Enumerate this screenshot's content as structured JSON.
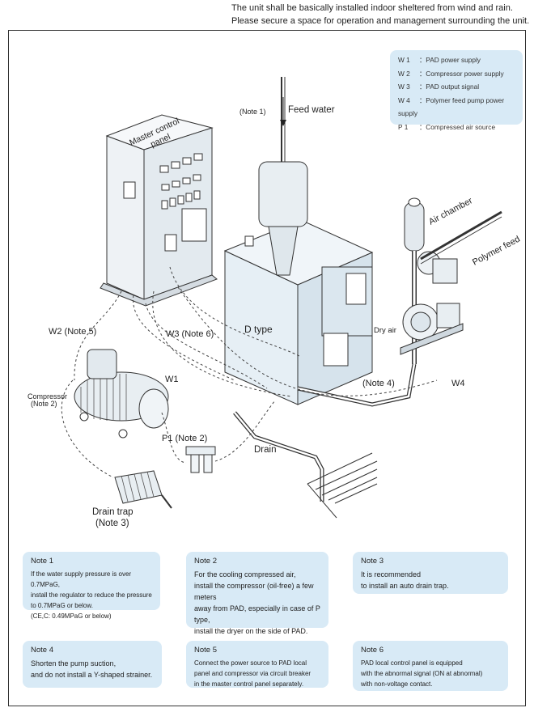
{
  "header": {
    "line1": "The unit shall be basically installed indoor sheltered from wind and rain.",
    "line2": "Please secure a space for operation and management surrounding the unit."
  },
  "legend": {
    "items": [
      {
        "code": "W 1",
        "text": "：PAD power supply"
      },
      {
        "code": "W 2",
        "text": "：Compressor power supply"
      },
      {
        "code": "W 3",
        "text": "：PAD output signal"
      },
      {
        "code": "W 4",
        "text": "：Polymer feed pump power supply"
      },
      {
        "code": "P 1",
        "text": "：Compressed air source"
      }
    ]
  },
  "labels": {
    "note1_ref": "(Note 1)",
    "feed_water": "Feed water",
    "master_control_panel_1": "Master control",
    "master_control_panel_2": "panel",
    "air_chamber": "Air chamber",
    "polymer_feed": "Polymer feed",
    "w2": "W2 (Note 5)",
    "w3": "W3 (Note 6)",
    "d_type": "D type",
    "dry_air": "Dry air",
    "w1": "W1",
    "note4_ref": "(Note 4)",
    "w4": "W4",
    "compressor_1": "Compressor",
    "compressor_2": "(Note 2)",
    "p1": "P1 (Note 2)",
    "drain": "Drain",
    "drain_trap_1": "Drain trap",
    "drain_trap_2": "(Note 3)"
  },
  "notes": [
    {
      "title": "Note 1",
      "body": "If the water supply pressure is over 0.7MPaG,\ninstall the regulator to reduce the pressure\nto 0.7MPaG or below.\n(CE,C: 0.49MPaG or below)"
    },
    {
      "title": "Note 2",
      "body": "For the cooling compressed air,\ninstall the compressor (oil-free) a few meters\naway from PAD, especially in case of P type,\ninstall the dryer on the side of PAD."
    },
    {
      "title": "Note 3",
      "body": "It is recommended\nto install an auto drain trap."
    },
    {
      "title": "Note 4",
      "body": "Shorten the pump suction,\nand do not install a Y-shaped strainer."
    },
    {
      "title": "Note 5",
      "body": "Connect the power source to PAD local\npanel and compressor via circuit breaker\nin the master control panel separately."
    },
    {
      "title": "Note 6",
      "body": "PAD local control panel is equipped\nwith the abnormal signal (ON at abnormal)\nwith non-voltage contact."
    }
  ]
}
